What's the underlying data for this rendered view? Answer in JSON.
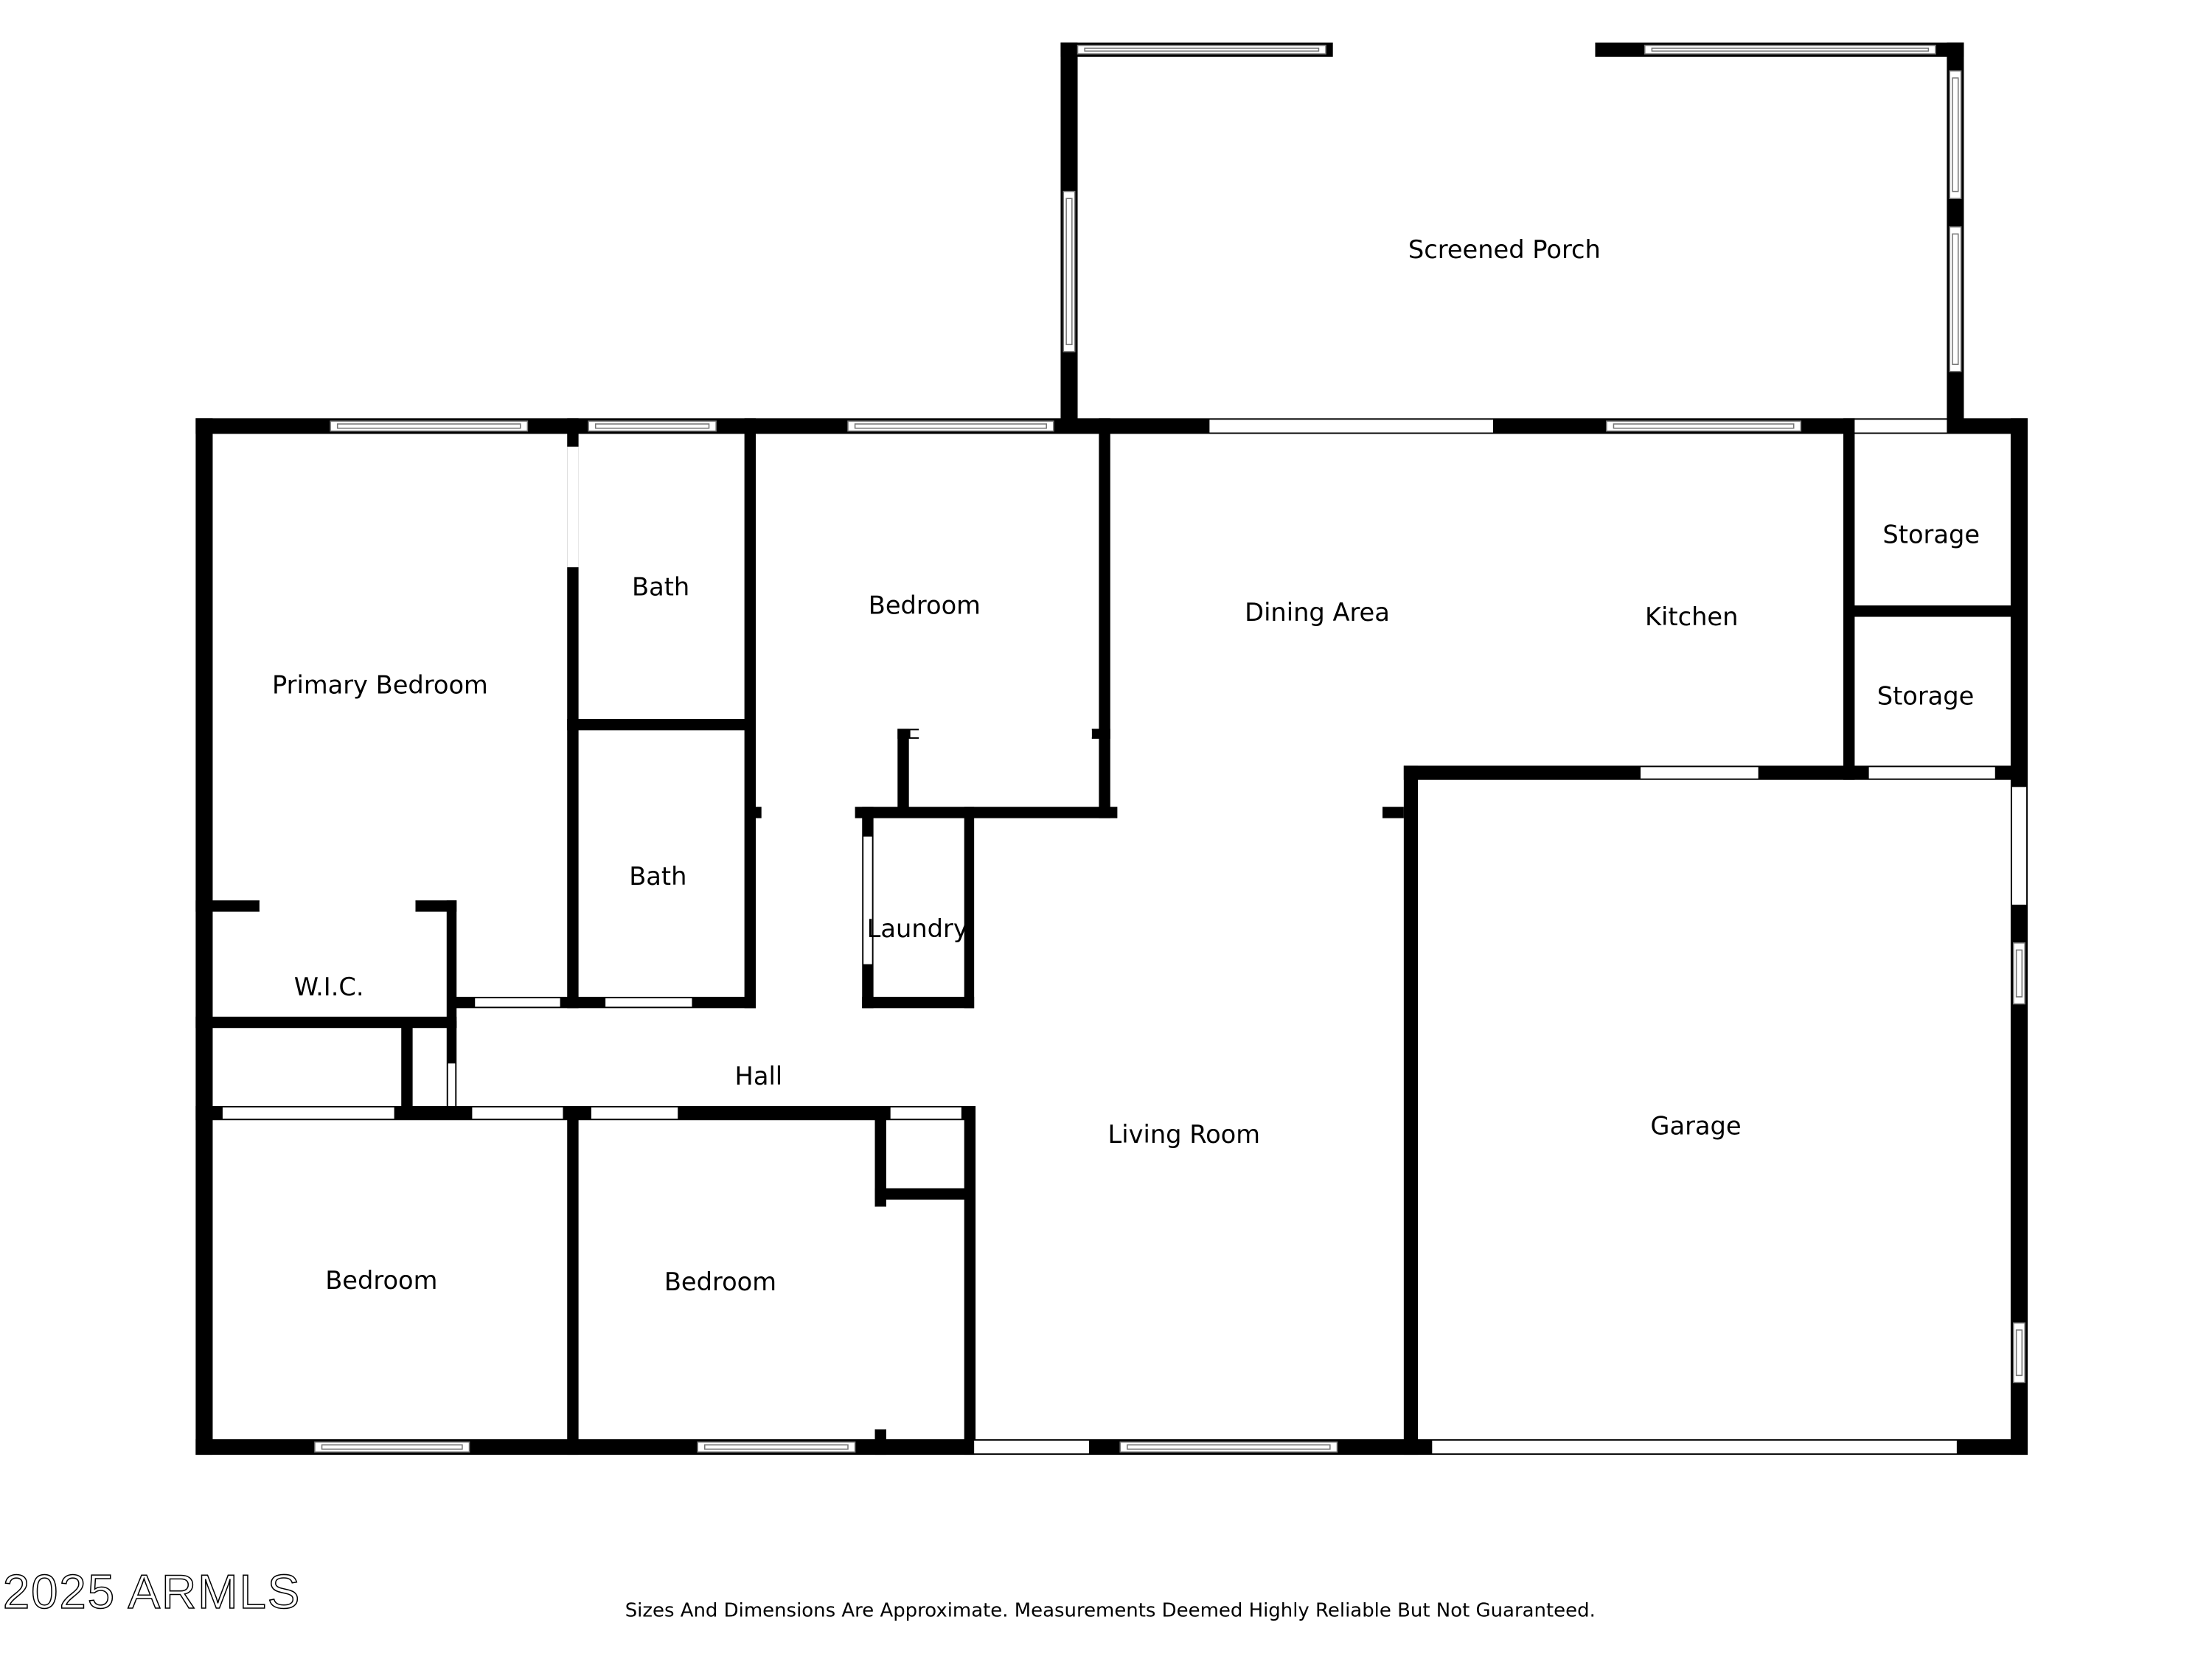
{
  "rooms": {
    "screened_porch": "Screened Porch",
    "primary_bedroom": "Primary Bedroom",
    "bath_1": "Bath",
    "bath_2": "Bath",
    "bedroom_1": "Bedroom",
    "dining_area": "Dining Area",
    "kitchen": "Kitchen",
    "storage_1": "Storage",
    "storage_2": "Storage",
    "laundry": "Laundry",
    "wic": "W.I.C.",
    "hall": "Hall",
    "living_room": "Living Room",
    "garage": "Garage",
    "bedroom_2": "Bedroom",
    "bedroom_3": "Bedroom"
  },
  "watermark": "2025 ARMLS",
  "disclaimer": "Sizes And Dimensions Are Approximate. Measurements Deemed Highly Reliable But Not Guaranteed."
}
